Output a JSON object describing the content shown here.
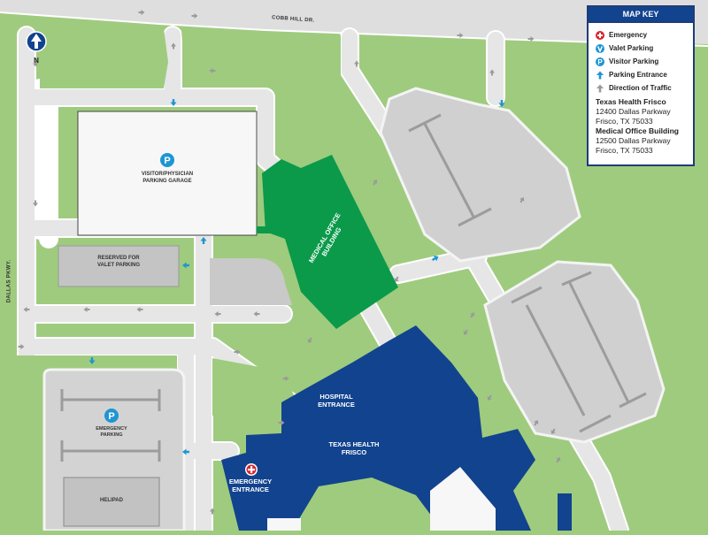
{
  "street_labels": {
    "cobb_hill": "COBB HILL DR.",
    "dallas_pkwy": "DALLAS PKWY."
  },
  "compass": {
    "label": "N"
  },
  "buildings": {
    "parking_garage": "VISITOR/PHYSICIAN PARKING GARAGE",
    "valet_lot": "RESERVED FOR VALET PARKING",
    "medical_office": "MEDICAL OFFICE BUILDING",
    "hospital_entrance": "HOSPITAL ENTRANCE",
    "hospital": "TEXAS HEALTH FRISCO",
    "emergency_entrance": "EMERGENCY ENTRANCE",
    "emergency_parking": "EMERGENCY PARKING",
    "helipad": "HELIPAD"
  },
  "map_key": {
    "title": "MAP KEY",
    "items": [
      {
        "label": "Emergency",
        "icon": "emergency-cross-icon"
      },
      {
        "label": "Valet Parking",
        "icon": "valet-v-icon"
      },
      {
        "label": "Visitor Parking",
        "icon": "parking-p-icon"
      },
      {
        "label": "Parking Entrance",
        "icon": "blue-arrow-icon"
      },
      {
        "label": "Direction of Traffic",
        "icon": "gray-arrow-icon"
      }
    ],
    "locations": [
      {
        "name": "Texas Health Frisco",
        "address1": "12400 Dallas Parkway",
        "address2": "Frisco, TX 75033"
      },
      {
        "name": "Medical Office Building",
        "address1": "12500 Dallas Parkway",
        "address2": "Frisco, TX 75033"
      }
    ]
  },
  "colors": {
    "grass": "#9fcb7e",
    "road": "#e6e6e6",
    "road_edge": "#ffffff",
    "lot": "#c9c9c9",
    "hospital": "#12438e",
    "medical_office": "#0a9a4a",
    "emergency_red": "#d6262e",
    "parking_blue": "#1f95d3",
    "traffic_gray": "#9a9a9a"
  }
}
